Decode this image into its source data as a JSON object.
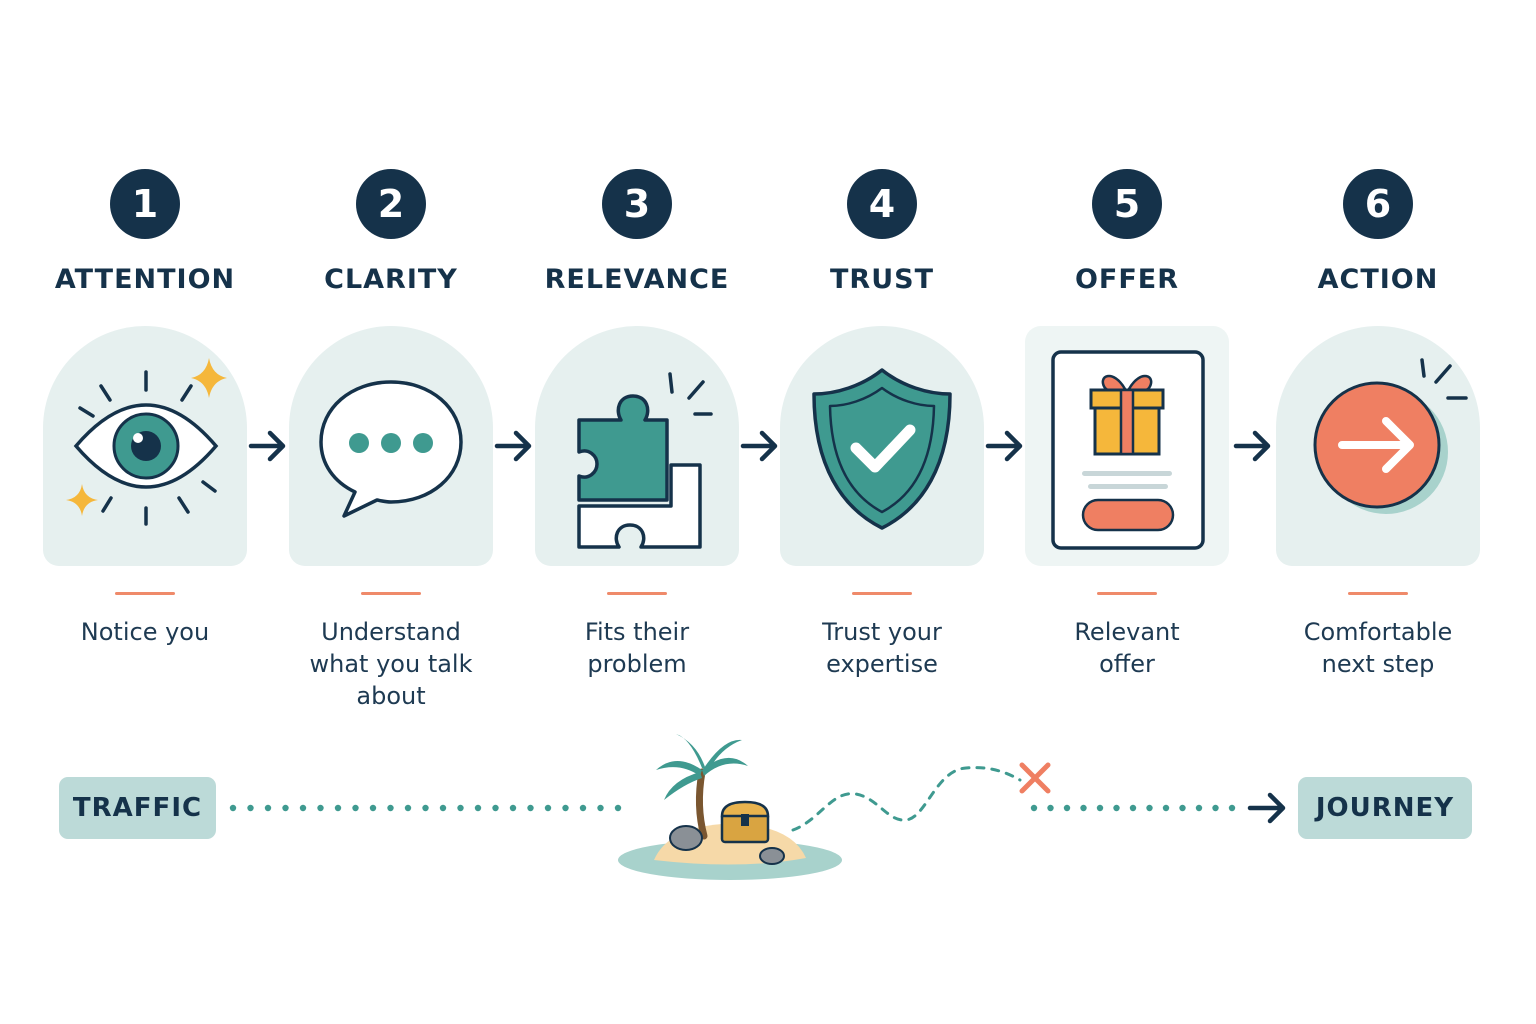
{
  "steps": [
    {
      "number": "1",
      "title": "ATTENTION",
      "desc_lines": [
        "Notice you"
      ],
      "icon": "eye-icon"
    },
    {
      "number": "2",
      "title": "CLARITY",
      "desc_lines": [
        "Understand",
        "what you talk",
        "about"
      ],
      "icon": "speech-bubble-icon"
    },
    {
      "number": "3",
      "title": "RELEVANCE",
      "desc_lines": [
        "Fits their",
        "problem"
      ],
      "icon": "puzzle-icon"
    },
    {
      "number": "4",
      "title": "TRUST",
      "desc_lines": [
        "Trust your",
        "expertise"
      ],
      "icon": "shield-check-icon"
    },
    {
      "number": "5",
      "title": "OFFER",
      "desc_lines": [
        "Relevant",
        "offer"
      ],
      "icon": "gift-offer-card-icon"
    },
    {
      "number": "6",
      "title": "ACTION",
      "desc_lines": [
        "Comfortable",
        "next step"
      ],
      "icon": "arrow-circle-icon"
    }
  ],
  "journey": {
    "start_label": "TRAFFIC",
    "end_label": "JOURNEY",
    "middle_icon": "treasure-island-icon",
    "marker_icon": "x-mark-icon"
  },
  "colors": {
    "navy": "#15324a",
    "teal": "#3f9a90",
    "coral": "#ef7f62",
    "card": "#e6f0ef",
    "pill": "#bcdad8",
    "gold": "#f5b73b"
  }
}
